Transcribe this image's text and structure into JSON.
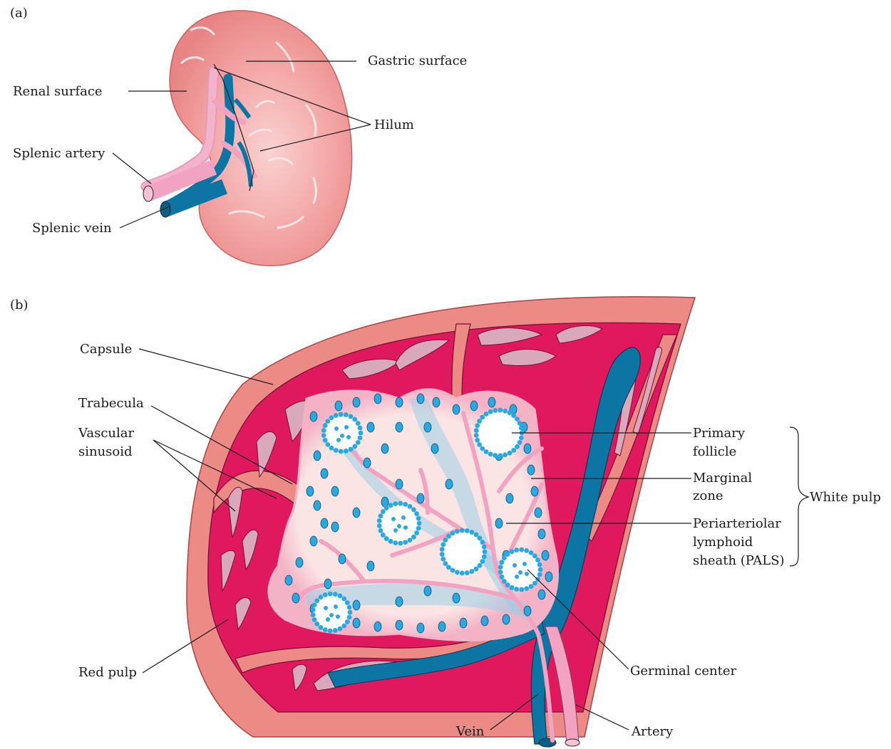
{
  "panel_a": {
    "tag": "(a)",
    "labels": {
      "gastric_surface": "Gastric surface",
      "renal_surface": "Renal surface",
      "hilum": "Hilum",
      "splenic_artery": "Splenic artery",
      "splenic_vein": "Splenic vein"
    }
  },
  "panel_b": {
    "tag": "(b)",
    "labels": {
      "capsule": "Capsule",
      "trabecula": "Trabecula",
      "vascular_sinusoid_1": "Vascular",
      "vascular_sinusoid_2": "sinusoid",
      "primary_follicle_1": "Primary",
      "primary_follicle_2": "follicle",
      "marginal_zone_1": "Marginal",
      "marginal_zone_2": "zone",
      "pals_1": "Periarteriolar",
      "pals_2": "lymphoid",
      "pals_3": "sheath (PALS)",
      "white_pulp": "White pulp",
      "red_pulp": "Red pulp",
      "germinal_center": "Germinal center",
      "vein": "Vein",
      "artery": "Artery"
    }
  },
  "colors": {
    "spleen_fill": "#f4a7a7",
    "capsule": "#ec8a86",
    "red_pulp": "#e0185e",
    "white_pulp": "#fbe4e4",
    "trabecula": "#d9a9bb",
    "artery": "#f2a3c2",
    "vein": "#0d75a3",
    "lymphocyte": "#2aa9e0",
    "pals_cell": "#9cd0e6"
  }
}
